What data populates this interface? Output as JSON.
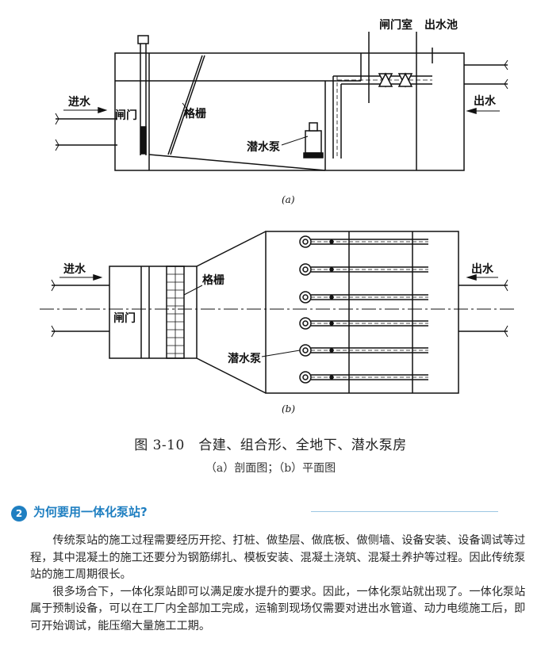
{
  "figure": {
    "top_labels": {
      "gate_room": "闸门室",
      "outlet_pool": "出水池",
      "inlet": "进水",
      "gate": "闸门",
      "grille": "格栅",
      "pump": "潜水泵",
      "outlet": "出水",
      "sub": "(a)"
    },
    "plan_labels": {
      "inlet": "进水",
      "gate": "闸门",
      "grille": "格栅",
      "pump": "潜水泵",
      "outlet": "出水",
      "sub": "(b)"
    }
  },
  "caption": {
    "main": "图 3-10　合建、组合形、全地下、潜水泵房",
    "sub": "（a）剖面图；（b）平面图"
  },
  "section": {
    "number": "2",
    "title": "为何要用一体化泵站?"
  },
  "body": {
    "p1": "传统泵站的施工过程需要经历开挖、打桩、做垫层、做底板、做侧墙、设备安装、设备调试等过程，其中混凝土的施工还要分为钢筋绑扎、模板安装、混凝土浇筑、混凝土养护等过程。因此传统泵站的施工周期很长。",
    "p2": "很多场合下，一体化泵站即可以满足废水提升的要求。因此，一体化泵站就出现了。一体化泵站属于预制设备，可以在工厂内全部加工完成，运输到现场仅需要对进出水管道、动力电缆施工后，即可开始调试，能压缩大量施工工期。"
  }
}
